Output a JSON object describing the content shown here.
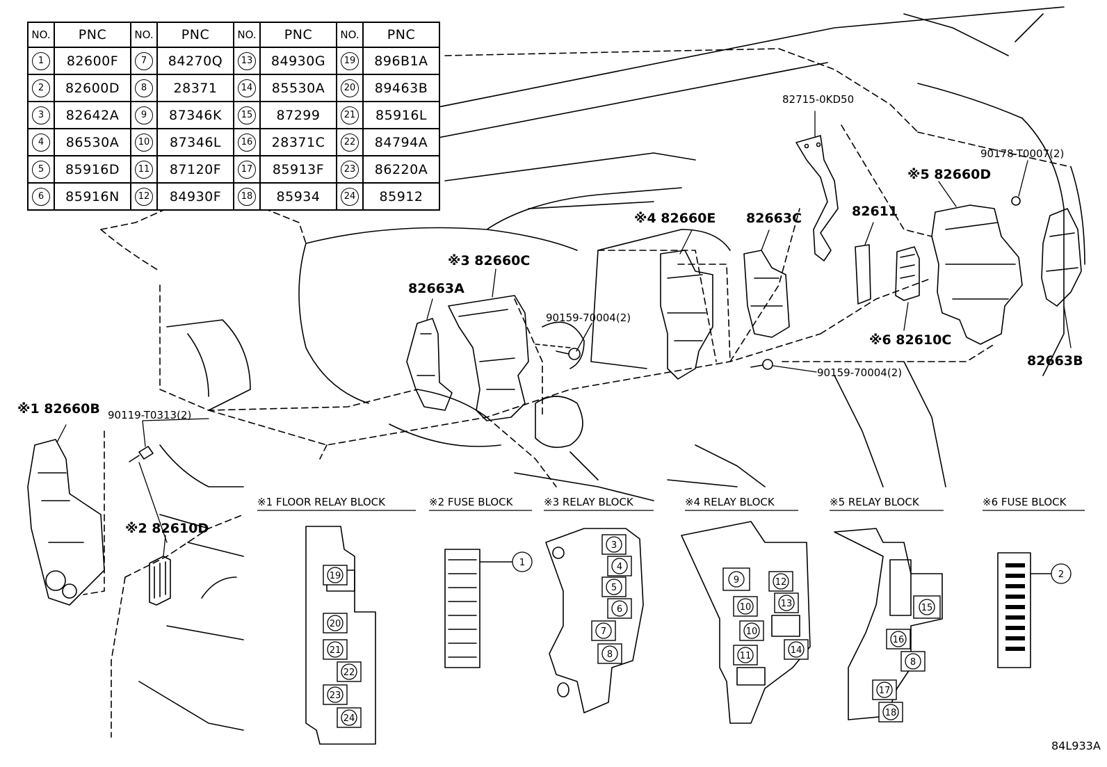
{
  "table": {
    "headers": [
      "NO.",
      "PNC",
      "NO.",
      "PNC",
      "NO.",
      "PNC",
      "NO.",
      "PNC"
    ],
    "rows": [
      [
        "1",
        "82600F",
        "7",
        "84270Q",
        "13",
        "84930G",
        "19",
        "896B1A"
      ],
      [
        "2",
        "82600D",
        "8",
        "28371",
        "14",
        "85530A",
        "20",
        "89463B"
      ],
      [
        "3",
        "82642A",
        "9",
        "87346K",
        "15",
        "87299",
        "21",
        "85916L"
      ],
      [
        "4",
        "86530A",
        "10",
        "87346L",
        "16",
        "28371C",
        "22",
        "84794A"
      ],
      [
        "5",
        "85916D",
        "11",
        "87120F",
        "17",
        "85913F",
        "23",
        "86220A"
      ],
      [
        "6",
        "85916N",
        "12",
        "84930F",
        "18",
        "85934",
        "24",
        "85912"
      ]
    ]
  },
  "labels": {
    "p82715": "82715-0KD50",
    "p90178": "90178-T0007(2)",
    "p82660D": "※5 82660D",
    "p82660E": "※4 82660E",
    "p82663C": "82663C",
    "p82611": "82611",
    "p82660C": "※3 82660C",
    "p82663A": "82663A",
    "p90159a": "90159-70004(2)",
    "p90159b": "90159-70004(2)",
    "p82610C": "※6 82610C",
    "p82663B": "82663B",
    "p82660B": "※1 82660B",
    "p90119": "90119-T0313(2)",
    "p82610D": "※2 82610D"
  },
  "sections": {
    "s1": "※1 FLOOR RELAY BLOCK",
    "s2": "※2 FUSE BLOCK",
    "s3": "※3 RELAY BLOCK",
    "s4": "※4 RELAY BLOCK",
    "s5": "※5 RELAY BLOCK",
    "s6": "※6 FUSE BLOCK"
  },
  "block_numbers": {
    "floor": [
      "19",
      "20",
      "21",
      "22",
      "23",
      "24"
    ],
    "fuse2": [
      "1"
    ],
    "relay3": [
      "3",
      "4",
      "5",
      "6",
      "7",
      "8"
    ],
    "relay4": [
      "9",
      "12",
      "10",
      "13",
      "10",
      "11",
      "14"
    ],
    "relay5": [
      "15",
      "16",
      "8",
      "17",
      "18"
    ],
    "fuse6": [
      "2"
    ]
  },
  "figure_code": "84L933A"
}
